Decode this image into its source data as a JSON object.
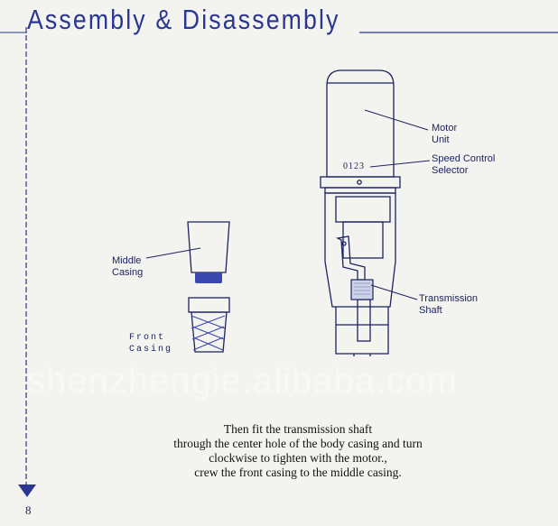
{
  "page": {
    "title": "Assembly & Disassembly",
    "page_number": "8",
    "watermark": "shenzhengie.alibaba.com"
  },
  "diagram": {
    "labels": {
      "motor_unit": [
        "Motor",
        "Unit"
      ],
      "speed_control": [
        "Speed Control",
        "Selector"
      ],
      "speed_numbers": "0123",
      "transmission_shaft": [
        "Transmission",
        "Shaft"
      ],
      "middle_casing": [
        "Middle",
        "Casing"
      ],
      "front_casing": [
        "Front",
        "Casing"
      ]
    }
  },
  "caption": {
    "lines": [
      "Then fit the transmission shaft",
      "through the center hole of the body casing and turn",
      "clockwise to tighten with the motor.,",
      "crew the front casing to the middle casing."
    ]
  },
  "colors": {
    "ink": "#2b3690",
    "line": "#1d2360",
    "accent_fill": "#3a49b0"
  }
}
